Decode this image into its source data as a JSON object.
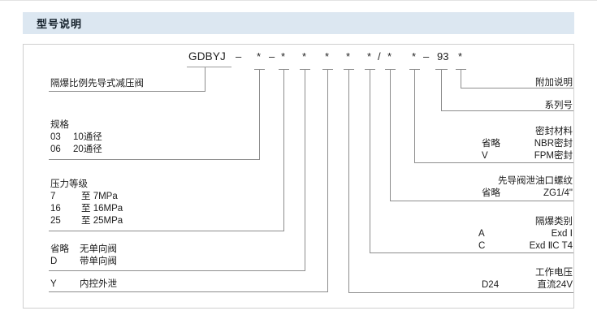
{
  "page": {
    "section_title": "型号说明"
  },
  "model_code": {
    "brand": "GDBYJ",
    "tokens": [
      "–",
      "*",
      "–",
      "*",
      "*",
      "*",
      "*",
      "*",
      "/",
      "*",
      "*",
      "–",
      "93",
      "*"
    ],
    "display": "GDBYJ – *–*  *  *  *  */*  *– 93 *"
  },
  "left_groups": [
    {
      "name": "product-type",
      "lines": [
        {
          "code": "",
          "desc": "隔爆比例先导式减压阀"
        }
      ]
    },
    {
      "name": "specification",
      "heading": "规格",
      "lines": [
        {
          "code": "03",
          "desc": "10通径"
        },
        {
          "code": "06",
          "desc": "20通径"
        }
      ]
    },
    {
      "name": "pressure-rating",
      "heading": "压力等级",
      "lines": [
        {
          "code": "7",
          "desc": "至 7MPa"
        },
        {
          "code": "16",
          "desc": "至 16MPa"
        },
        {
          "code": "25",
          "desc": "至 25MPa"
        }
      ]
    },
    {
      "name": "check-valve",
      "heading": "",
      "lines": [
        {
          "code": "省略",
          "desc": "无单向阀"
        },
        {
          "code": "D",
          "desc": "带单向阀"
        }
      ]
    },
    {
      "name": "internal-control-external-drain",
      "heading": "",
      "lines": [
        {
          "code": "Y",
          "desc": "内控外泄"
        }
      ]
    }
  ],
  "right_groups": [
    {
      "name": "additional-description",
      "heading": "附加说明",
      "lines": []
    },
    {
      "name": "series-number",
      "heading": "系列号",
      "lines": []
    },
    {
      "name": "seal-material",
      "heading": "密封材料",
      "lines": [
        {
          "code": "省略",
          "desc": "NBR密封"
        },
        {
          "code": "V",
          "desc": "FPM密封"
        }
      ]
    },
    {
      "name": "pilot-drain-thread",
      "heading": "先导阀泄油口螺纹",
      "lines": [
        {
          "code": "省略",
          "desc": "ZG1/4\""
        }
      ]
    },
    {
      "name": "explosion-proof-class",
      "heading": "隔爆类别",
      "lines": [
        {
          "code": "A",
          "desc": "Exd Ⅰ"
        },
        {
          "code": "C",
          "desc": "Exd ⅡC T4"
        }
      ]
    },
    {
      "name": "working-voltage",
      "heading": "工作电压",
      "lines": [
        {
          "code": "D24",
          "desc": "直流24V"
        }
      ]
    }
  ],
  "colors": {
    "header_bg": "#dce7f1",
    "frame": "#cfcfcf",
    "line": "#8d8d8d",
    "text": "#1c1c1c"
  }
}
